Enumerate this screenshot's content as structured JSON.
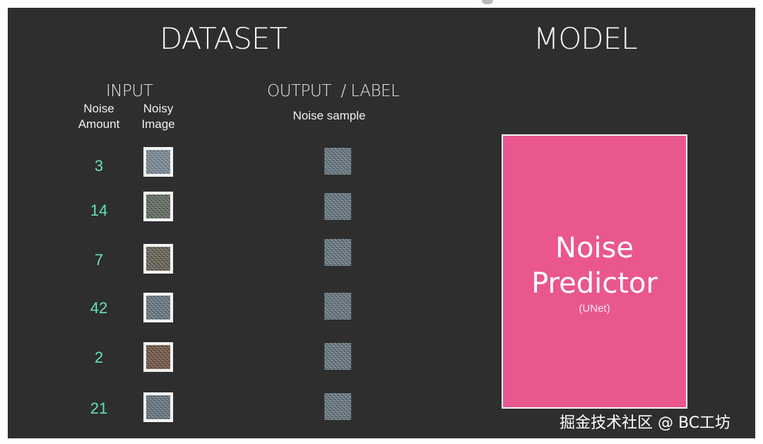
{
  "headings": {
    "dataset": "DATASET",
    "model": "MODEL",
    "input": "INPUT",
    "output_label": "OUTPUT  / LABEL",
    "noise_amount": "Noise\nAmount",
    "noisy_image": "Noisy\nImage",
    "noise_sample": "Noise sample"
  },
  "rows": [
    {
      "amount": "3",
      "image_tint": "#9aa6b4"
    },
    {
      "amount": "14",
      "image_tint": "#6f7a5e"
    },
    {
      "amount": "7",
      "image_tint": "#7e6a50"
    },
    {
      "amount": "42",
      "image_tint": "#7d8b93"
    },
    {
      "amount": "2",
      "image_tint": "#8a5a3a"
    },
    {
      "amount": "21",
      "image_tint": "#7a8890"
    }
  ],
  "model": {
    "title_line1": "Noise",
    "title_line2": "Predictor",
    "subtitle": "(UNet)",
    "color": "#e9578e"
  },
  "colors": {
    "background": "#2e2e2e",
    "amount_text": "#63e4b4"
  },
  "watermark": "掘金技术社区 @ BC工坊"
}
